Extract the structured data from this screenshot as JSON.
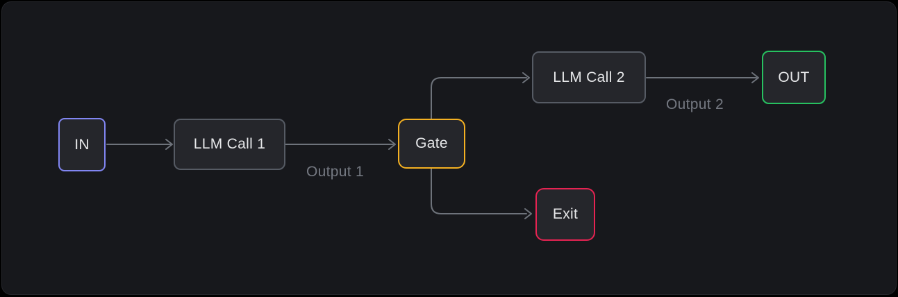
{
  "colors": {
    "page_bg": "#000000",
    "canvas_bg": "#17181c",
    "canvas_border": "#26272c",
    "node_bg": "#25262b",
    "node_text": "#e6e7e9",
    "edge": "#6e737b",
    "edge_label_text": "#757982",
    "node_border_default": "#565b64",
    "accent_in": "#8186f2",
    "accent_gate": "#f5b122",
    "accent_out": "#27c160",
    "accent_exit": "#e62352"
  },
  "diagram": {
    "type": "flowchart",
    "nodes": [
      {
        "id": "in",
        "label": "IN",
        "border_color": "#8186f2"
      },
      {
        "id": "llm-call-1",
        "label": "LLM Call 1",
        "border_color": "#565b64"
      },
      {
        "id": "gate",
        "label": "Gate",
        "border_color": "#f5b122"
      },
      {
        "id": "llm-call-2",
        "label": "LLM Call 2",
        "border_color": "#565b64"
      },
      {
        "id": "out",
        "label": "OUT",
        "border_color": "#27c160"
      },
      {
        "id": "exit",
        "label": "Exit",
        "border_color": "#e62352"
      }
    ],
    "edges": [
      {
        "from": "in",
        "to": "llm-call-1",
        "label": ""
      },
      {
        "from": "llm-call-1",
        "to": "gate",
        "label": "Output 1"
      },
      {
        "from": "gate",
        "to": "llm-call-2",
        "label": ""
      },
      {
        "from": "llm-call-2",
        "to": "out",
        "label": "Output 2"
      },
      {
        "from": "gate",
        "to": "exit",
        "label": ""
      }
    ]
  }
}
